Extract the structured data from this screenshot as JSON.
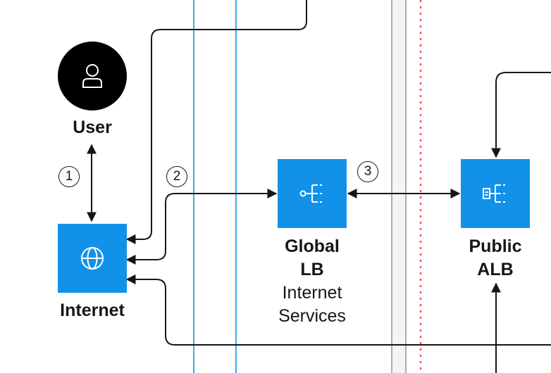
{
  "nodes": {
    "user": {
      "label": "User",
      "icon": "user-icon"
    },
    "internet": {
      "label": "Internet",
      "icon": "globe-icon",
      "color": "#1192e8"
    },
    "global_lb": {
      "title_line1": "Global",
      "title_line2": "LB",
      "sub_line1": "Internet",
      "sub_line2": "Services",
      "icon": "load-balancer-icon",
      "color": "#1192e8"
    },
    "public_alb": {
      "title_line1": "Public",
      "title_line2": "ALB",
      "icon": "application-load-balancer-icon",
      "color": "#1192e8"
    }
  },
  "steps": {
    "one": "1",
    "two": "2",
    "three": "3"
  },
  "colors": {
    "node_fill": "#1192e8",
    "connector": "#161616",
    "boundary_blue": "#1192e8",
    "boundary_gray": "#8d8d8d",
    "zone_fill": "#f2f4f8",
    "public_boundary": "#fa4d56"
  }
}
